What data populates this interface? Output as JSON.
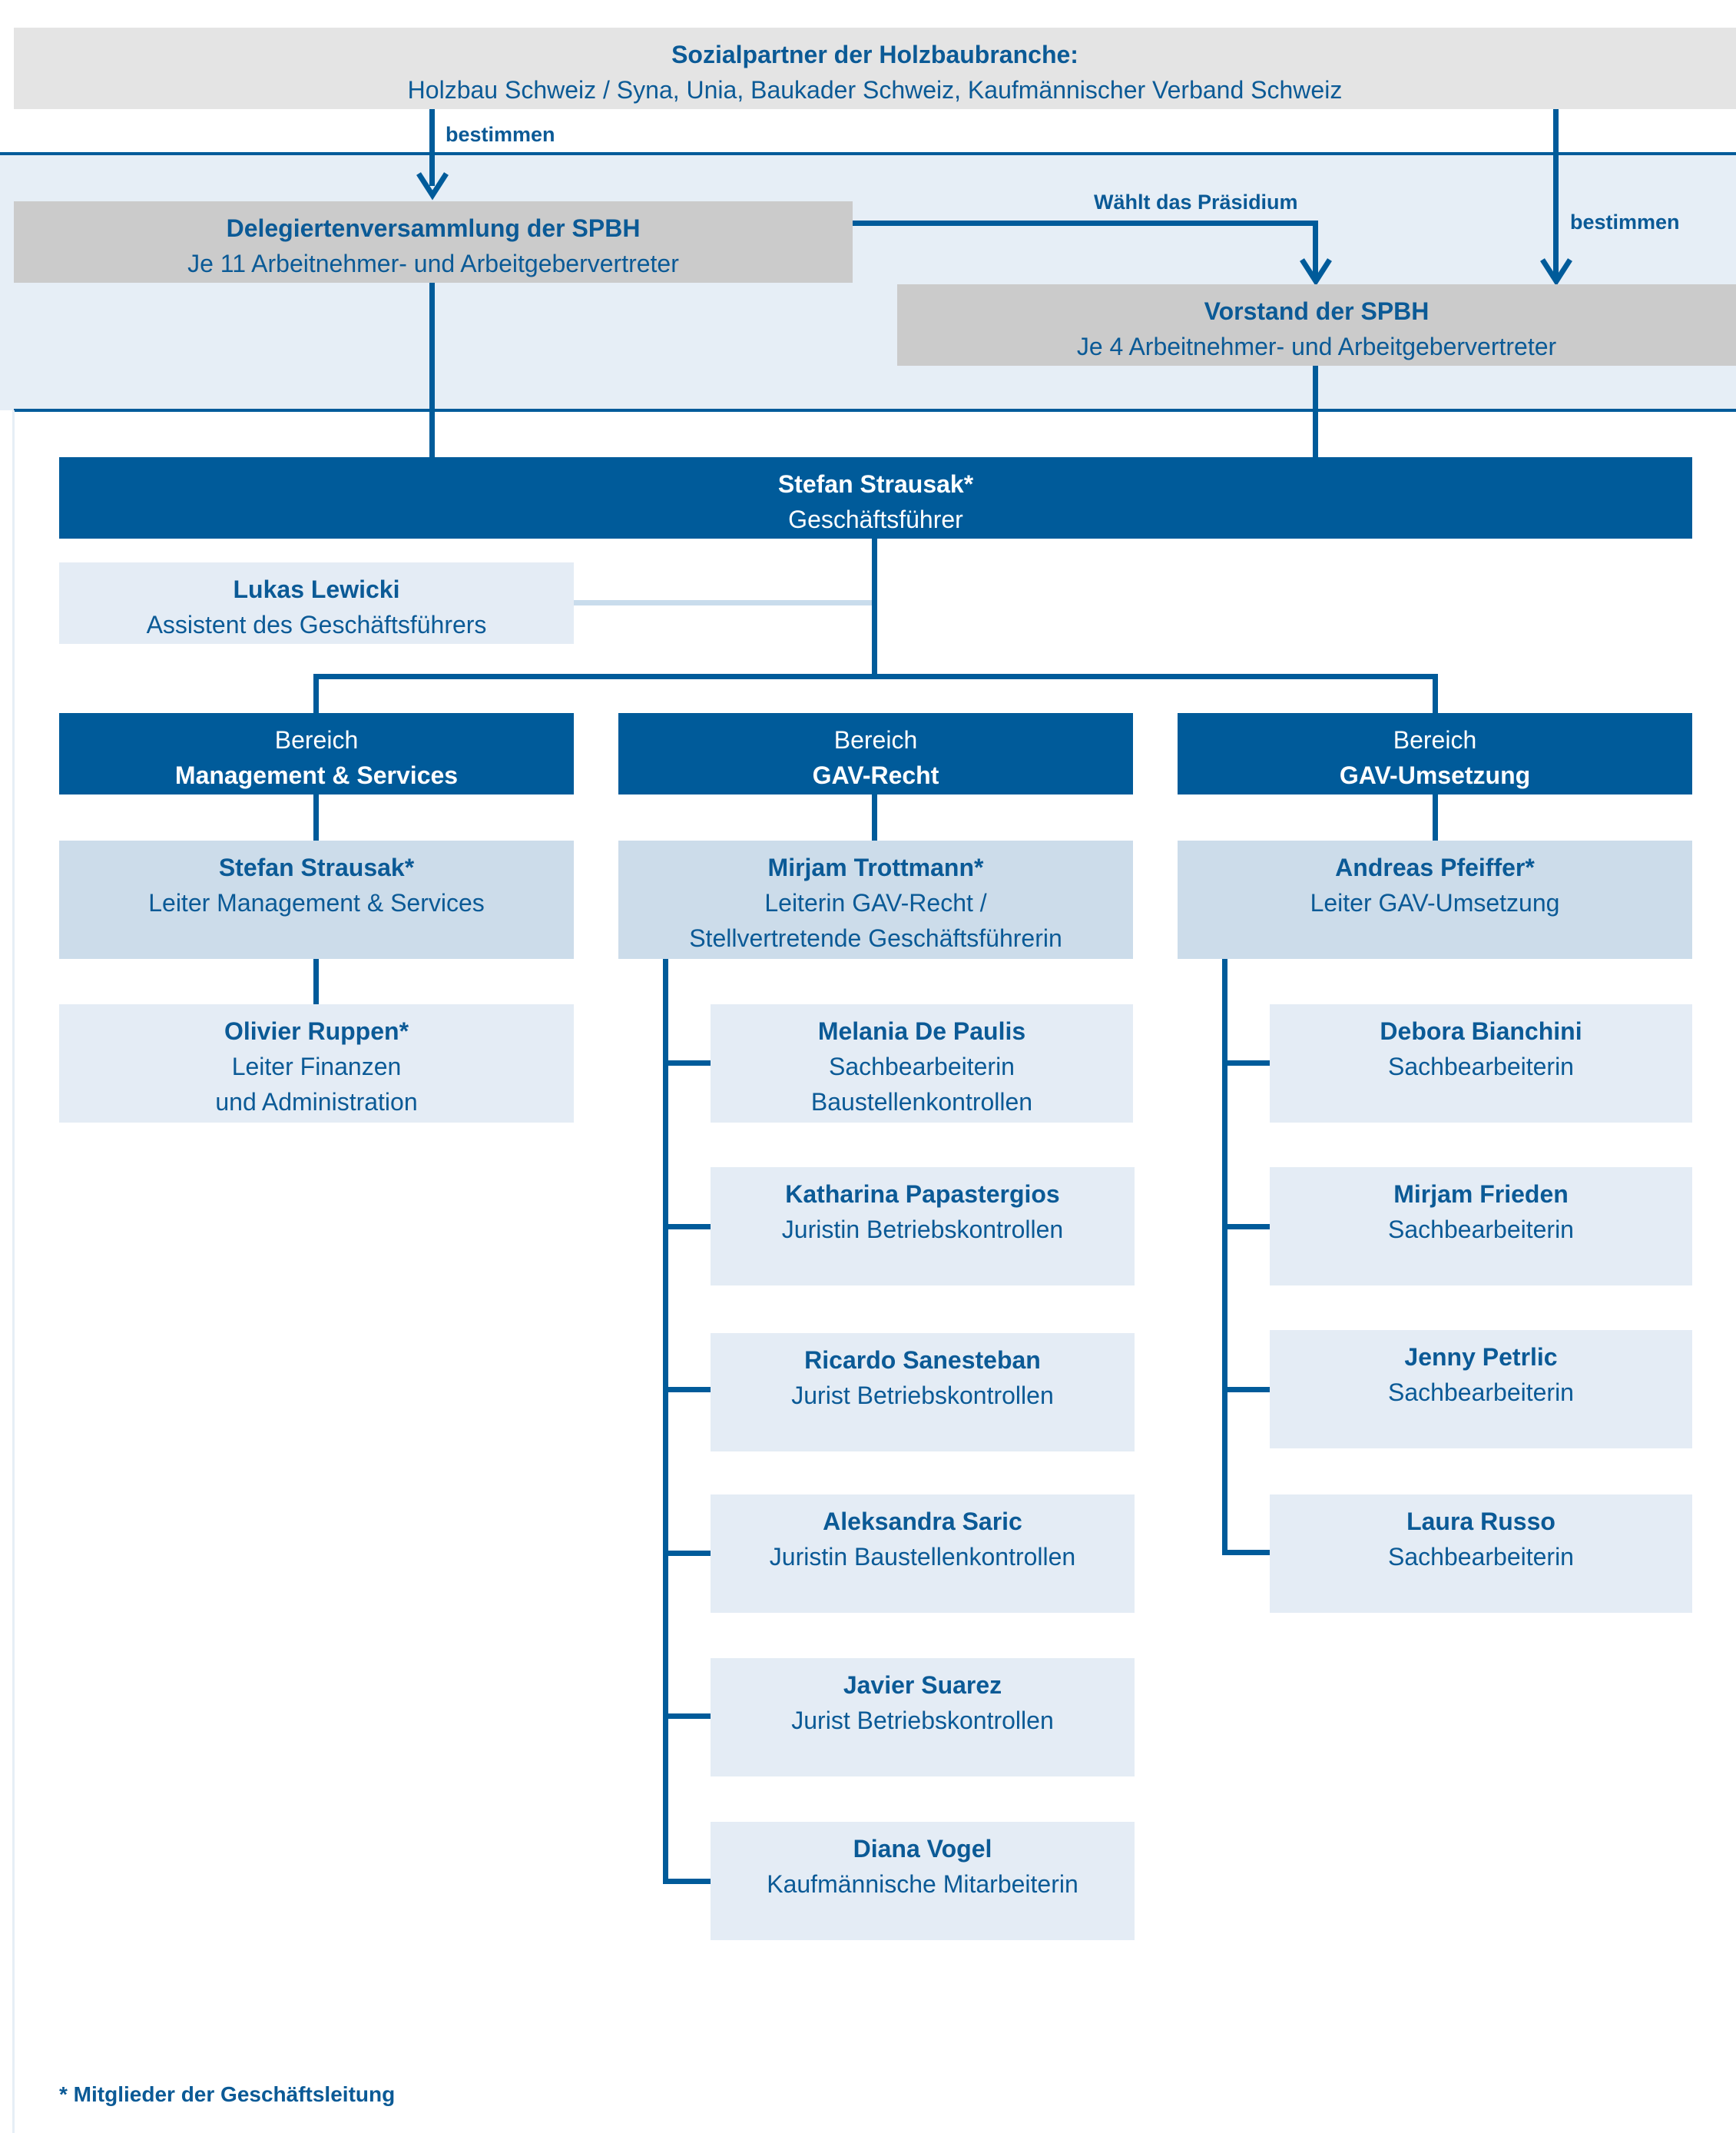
{
  "social_partners": {
    "title": "Sozialpartner der Holzbaubranche:",
    "members": "Holzbau Schweiz / Syna, Unia, Baukader Schweiz, Kaufmännischer Verband Schweiz"
  },
  "labels": {
    "bestimmen_left": "bestimmen",
    "bestimmen_right": "bestimmen",
    "elects_presidium": "Wählt das Präsidium"
  },
  "assembly": {
    "title": "Delegiertenversammlung der SPBH",
    "subtitle": "Je 11 Arbeitnehmer- und Arbeitgebervertreter"
  },
  "board": {
    "title": "Vorstand der SPBH",
    "subtitle": "Je 4 Arbeitnehmer- und Arbeitgebervertreter"
  },
  "ceo": {
    "name": "Stefan Strausak*",
    "role": "Geschäftsführer"
  },
  "assistant": {
    "name": "Lukas Lewicki",
    "role": "Assistent des Geschäftsführers"
  },
  "areas": [
    {
      "prefix": "Bereich",
      "title": "Management & Services",
      "head": {
        "name": "Stefan Strausak*",
        "role1": "Leiter Management & Services",
        "role2": ""
      },
      "staff": [
        {
          "name": "Olivier Ruppen*",
          "role1": "Leiter Finanzen",
          "role2": "und Administration"
        }
      ]
    },
    {
      "prefix": "Bereich",
      "title": "GAV-Recht",
      "head": {
        "name": "Mirjam Trottmann*",
        "role1": "Leiterin GAV-Recht /",
        "role2": "Stellvertretende Geschäftsführerin"
      },
      "staff": [
        {
          "name": "Melania De Paulis",
          "role1": "Sachbearbeiterin",
          "role2": "Baustellenkontrollen"
        },
        {
          "name": "Katharina Papastergios",
          "role1": "Juristin Betriebskontrollen",
          "role2": ""
        },
        {
          "name": "Ricardo Sanesteban",
          "role1": "Jurist Betriebskontrollen",
          "role2": ""
        },
        {
          "name": "Aleksandra Saric",
          "role1": "Juristin Baustellenkontrollen",
          "role2": ""
        },
        {
          "name": "Javier Suarez",
          "role1": "Jurist Betriebskontrollen",
          "role2": ""
        },
        {
          "name": "Diana Vogel",
          "role1": "Kaufmännische Mitarbeiterin",
          "role2": ""
        }
      ]
    },
    {
      "prefix": "Bereich",
      "title": "GAV-Umsetzung",
      "head": {
        "name": "Andreas Pfeiffer*",
        "role1": "Leiter GAV-Umsetzung",
        "role2": ""
      },
      "staff": [
        {
          "name": "Debora Bianchini",
          "role1": "Sachbearbeiterin",
          "role2": ""
        },
        {
          "name": "Mirjam Frieden",
          "role1": "Sachbearbeiterin",
          "role2": ""
        },
        {
          "name": "Jenny Petrlic",
          "role1": "Sachbearbeiterin",
          "role2": ""
        },
        {
          "name": "Laura Russo",
          "role1": "Sachbearbeiterin",
          "role2": ""
        }
      ]
    }
  ],
  "footnote": "* Mitglieder der Geschäftsleitung",
  "colors": {
    "primary": "#005b9a",
    "text": "#0b5a96",
    "light_blue": "#e4ecf5",
    "mid_blue": "#ccdcea",
    "gray": "#cbcbcb"
  }
}
